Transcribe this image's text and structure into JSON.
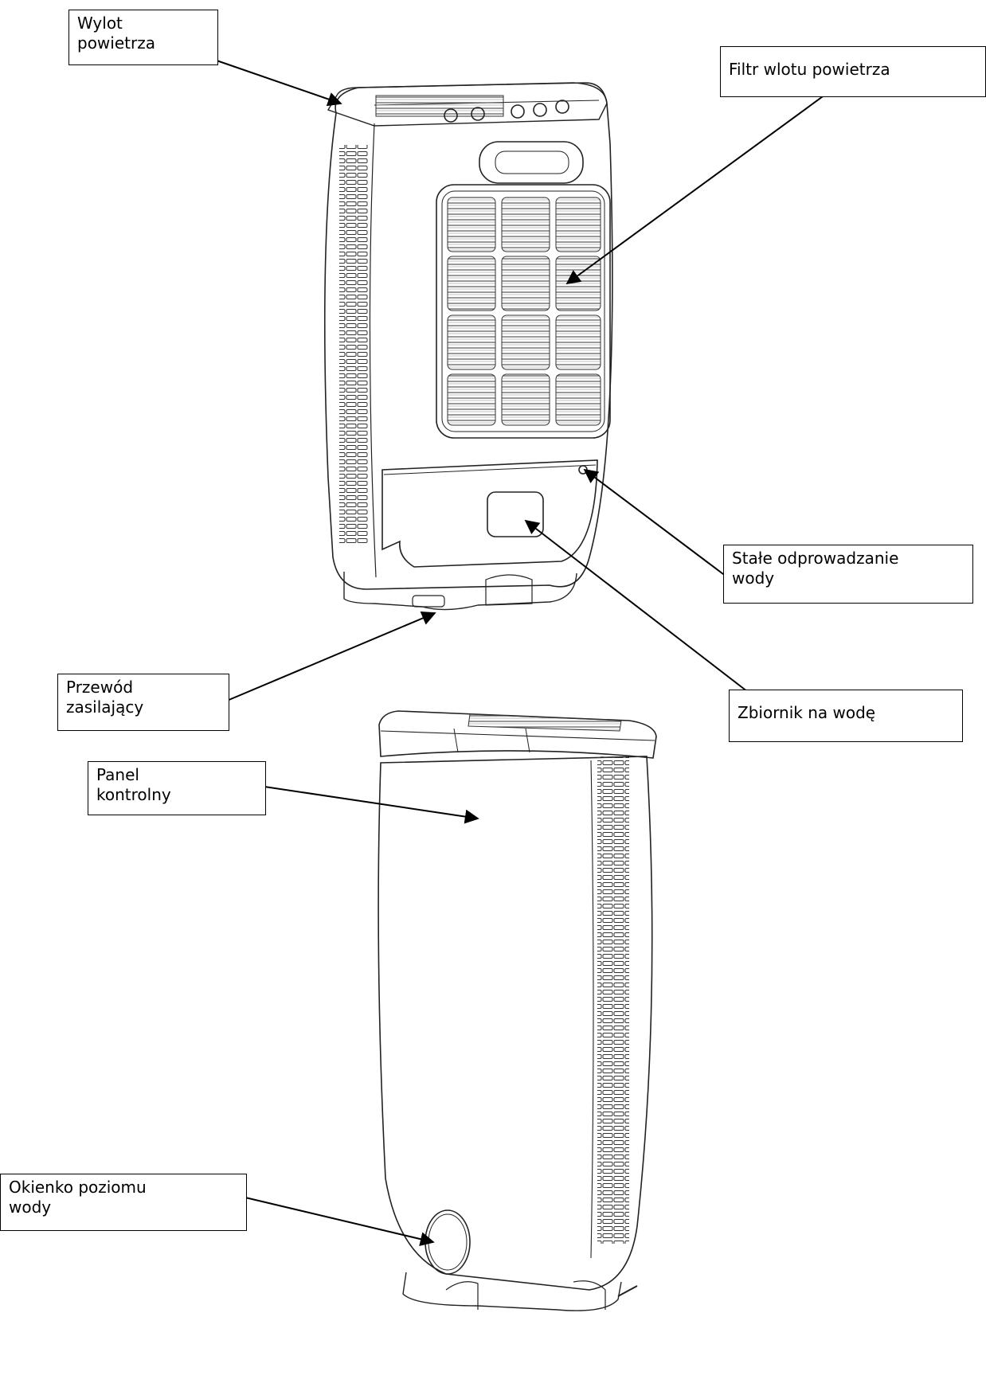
{
  "callouts": {
    "air_outlet": "Wylot\npowietrza",
    "air_inlet_filter": "Filtr wlotu powietrza",
    "continuous_drainage": "Stałe odprowadzanie\nwody",
    "power_cord": "Przewód\nzasilający",
    "water_tank": "Zbiornik na wodę",
    "control_panel": "Panel\nkontrolny",
    "water_level_window": "Okienko poziomu\nwody"
  }
}
